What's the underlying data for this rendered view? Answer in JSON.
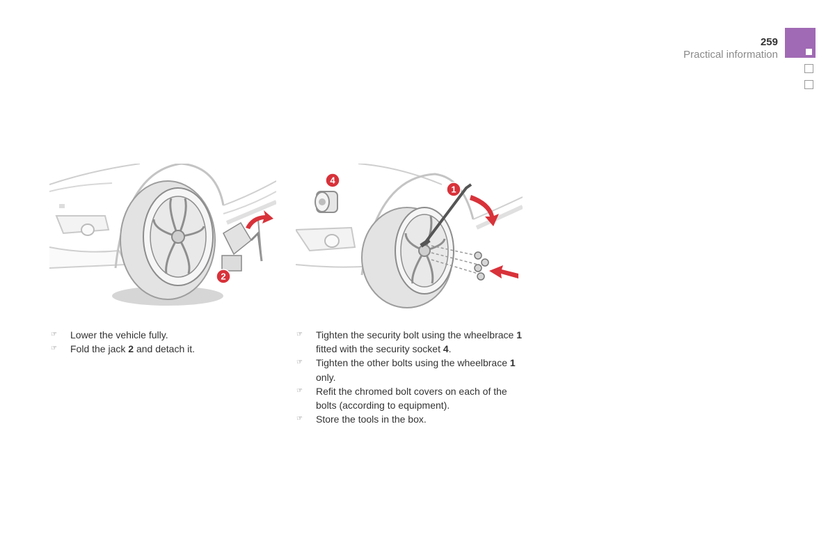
{
  "header": {
    "page_number": "259",
    "section_title": "Practical information"
  },
  "colors": {
    "accent": "#a06ab4",
    "badge": "#d8323a",
    "arrow": "#d8323a"
  },
  "figures": {
    "left": {
      "callouts": [
        "2"
      ]
    },
    "right": {
      "callouts": [
        "4",
        "1"
      ]
    }
  },
  "instructions": {
    "left": [
      {
        "parts": [
          {
            "text": "Lower the vehicle fully.",
            "bold": false
          }
        ]
      },
      {
        "parts": [
          {
            "text": "Fold the jack ",
            "bold": false
          },
          {
            "text": "2",
            "bold": true
          },
          {
            "text": " and detach it.",
            "bold": false
          }
        ]
      }
    ],
    "right": [
      {
        "parts": [
          {
            "text": "Tighten the security bolt using the wheelbrace ",
            "bold": false
          },
          {
            "text": "1",
            "bold": true
          },
          {
            "text": " fitted with the security socket ",
            "bold": false
          },
          {
            "text": "4",
            "bold": true
          },
          {
            "text": ".",
            "bold": false
          }
        ]
      },
      {
        "parts": [
          {
            "text": "Tighten the other bolts using the wheelbrace ",
            "bold": false
          },
          {
            "text": "1",
            "bold": true
          },
          {
            "text": " only.",
            "bold": false
          }
        ]
      },
      {
        "parts": [
          {
            "text": "Refit the chromed bolt covers on each of the bolts (according to equipment).",
            "bold": false
          }
        ]
      },
      {
        "parts": [
          {
            "text": "Store the tools in the box.",
            "bold": false
          }
        ]
      }
    ],
    "bullet_icon": "☞"
  }
}
